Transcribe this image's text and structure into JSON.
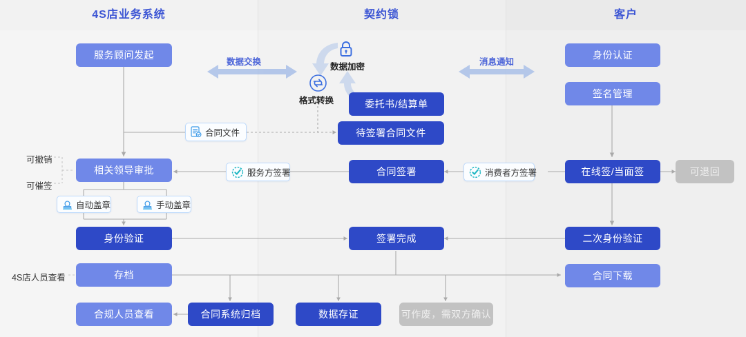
{
  "theme": {
    "accent_blue": "#3c55d4",
    "box_light": "#7088e8",
    "box_dark": "#2e49c7",
    "box_gray": "#c2c2c2",
    "chip_border": "#bcd9fb",
    "lane_a_bg": "#f5f5f5",
    "lane_b_bg": "#f2f2f2",
    "lane_c_bg": "#efefef",
    "wire": "#a9a9a9",
    "arrow_band": "#a9bfe8"
  },
  "lanes": [
    {
      "id": "dealer",
      "title": "4S店业务系统"
    },
    {
      "id": "qiyuesuo",
      "title": "契约锁"
    },
    {
      "id": "customer",
      "title": "客户"
    }
  ],
  "nodes": {
    "service_advisor_initiate": {
      "label": "服务顾问发起",
      "style": "light"
    },
    "leader_approval": {
      "label": "相关领导审批",
      "style": "light"
    },
    "identity_verification": {
      "label": "身份验证",
      "style": "dark"
    },
    "archive": {
      "label": "存档",
      "style": "light"
    },
    "compliance_view": {
      "label": "合规人员查看",
      "style": "light"
    },
    "contract_system_archive": {
      "label": "合同系统归档",
      "style": "dark"
    },
    "entrustment_settlement": {
      "label": "委托书/结算单",
      "style": "dark"
    },
    "pending_contract_file": {
      "label": "待签署合同文件",
      "style": "dark"
    },
    "contract_signing": {
      "label": "合同签署",
      "style": "dark"
    },
    "signing_complete": {
      "label": "签署完成",
      "style": "dark"
    },
    "data_evidence": {
      "label": "数据存证",
      "style": "dark"
    },
    "voidable_note": {
      "label": "可作废，需双方确认",
      "style": "gray"
    },
    "identity_auth": {
      "label": "身份认证",
      "style": "light"
    },
    "signature_management": {
      "label": "签名管理",
      "style": "light"
    },
    "online_or_facetoface": {
      "label": "在线签/当面签",
      "style": "dark"
    },
    "returnable_note": {
      "label": "可退回",
      "style": "gray"
    },
    "second_identity_verify": {
      "label": "二次身份验证",
      "style": "dark"
    },
    "contract_download": {
      "label": "合同下载",
      "style": "light"
    }
  },
  "chips": {
    "contract_file": {
      "label": "合同文件",
      "icon": "document-icon"
    },
    "auto_stamp": {
      "label": "自动盖章",
      "icon": "stamp-icon"
    },
    "manual_stamp": {
      "label": "手动盖章",
      "icon": "stamp-icon"
    },
    "service_party_sign": {
      "label": "服务方签署",
      "icon": "check-circle-icon"
    },
    "consumer_party_sign": {
      "label": "消费者方签署",
      "icon": "check-circle-icon"
    }
  },
  "labels": {
    "data_exchange": "数据交换",
    "message_notify": "消息通知",
    "data_encryption": "数据加密",
    "format_convert": "格式转换",
    "revocable": "可撤销",
    "urge_signing": "可催签",
    "dealer_staff_view": "4S店人员查看"
  },
  "icons": {
    "lock": "lock-icon",
    "sync": "sync-icon",
    "bidirectional_arrow_left": "double-arrow-icon",
    "bidirectional_arrow_right": "double-arrow-icon",
    "curve_down": "curved-arrow-down-icon",
    "curve_up": "curved-arrow-up-icon"
  }
}
